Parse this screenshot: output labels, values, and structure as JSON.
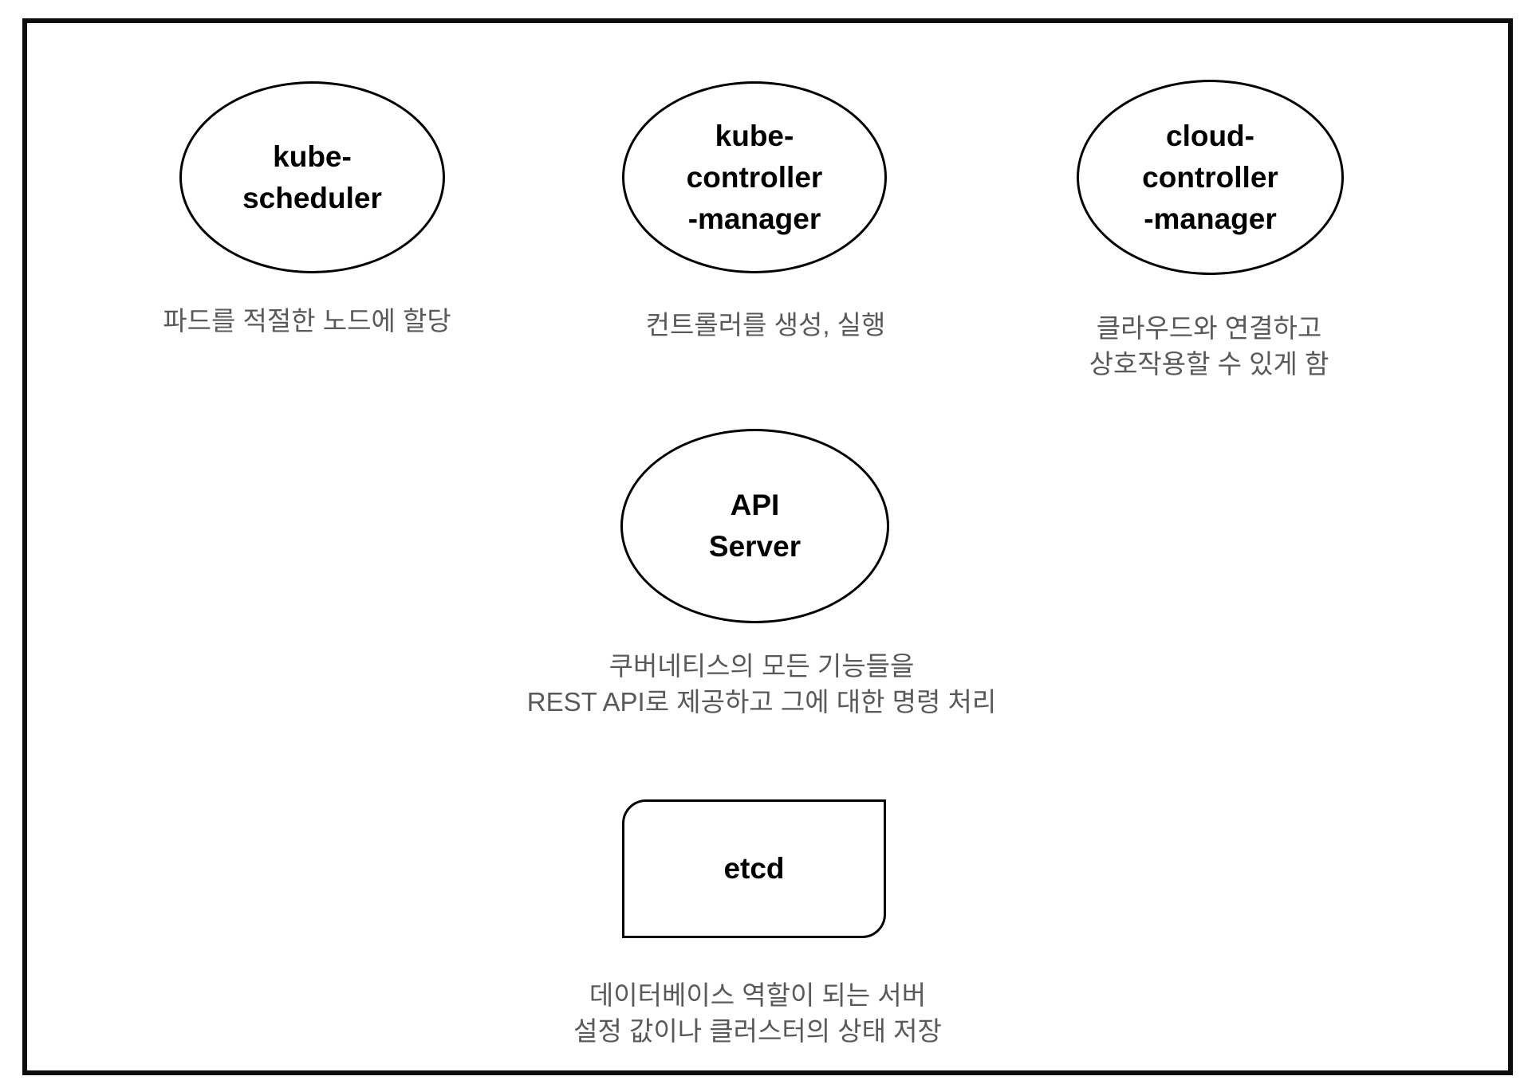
{
  "diagram": {
    "type": "kubernetes-control-plane-components",
    "colors": {
      "background": "#ffffff",
      "frame_border": "#0d0d0d",
      "shape_stroke": "#000000",
      "label_text": "#000000",
      "caption_text": "#595959"
    },
    "nodes": [
      {
        "id": "kube-scheduler",
        "shape": "ellipse",
        "label_lines": [
          "kube-",
          "scheduler"
        ],
        "caption_lines": [
          "파드를 적절한 노드에 할당"
        ]
      },
      {
        "id": "kube-controller-manager",
        "shape": "ellipse",
        "label_lines": [
          "kube-",
          "controller",
          "-manager"
        ],
        "caption_lines": [
          "컨트롤러를 생성, 실행"
        ]
      },
      {
        "id": "cloud-controller-manager",
        "shape": "ellipse",
        "label_lines": [
          "cloud-",
          "controller",
          "-manager"
        ],
        "caption_lines": [
          "클라우드와 연결하고",
          "상호작용할 수 있게 함"
        ]
      },
      {
        "id": "api-server",
        "shape": "ellipse",
        "label_lines": [
          "API",
          "Server"
        ],
        "caption_lines": [
          "쿠버네티스의 모든 기능들을",
          "REST API로 제공하고 그에 대한 명령 처리"
        ]
      },
      {
        "id": "etcd",
        "shape": "alternate-rounded-rectangle",
        "label_lines": [
          "etcd"
        ],
        "caption_lines": [
          "데이터베이스 역할이 되는 서버",
          "설정 값이나 클러스터의 상태 저장"
        ]
      }
    ]
  }
}
